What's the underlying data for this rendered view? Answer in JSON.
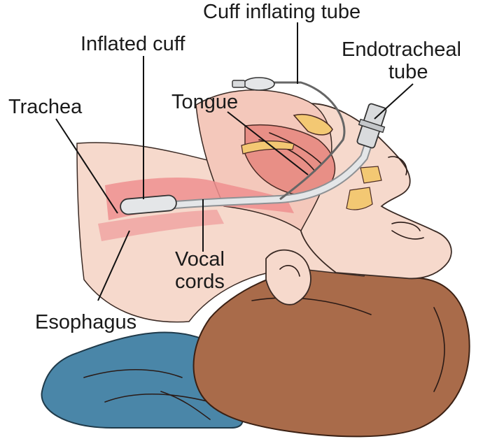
{
  "labels": {
    "cuff_inflating_tube": "Cuff inflating tube",
    "inflated_cuff": "Inflated cuff",
    "endotracheal_line1": "Endotracheal",
    "endotracheal_line2": "tube",
    "trachea": "Trachea",
    "tongue": "Tongue",
    "vocal_line1": "Vocal",
    "vocal_line2": "cords",
    "esophagus": "Esophagus"
  },
  "colors": {
    "skin": "#f6d9cc",
    "skin_shadow": "#efbfb0",
    "airway_pink": "#ef8f8f",
    "tongue": "#e88f86",
    "hair": "#a96b4a",
    "pillow": "#4a86a8",
    "tube": "#d9dbdd",
    "teeth": "#f3c873"
  }
}
